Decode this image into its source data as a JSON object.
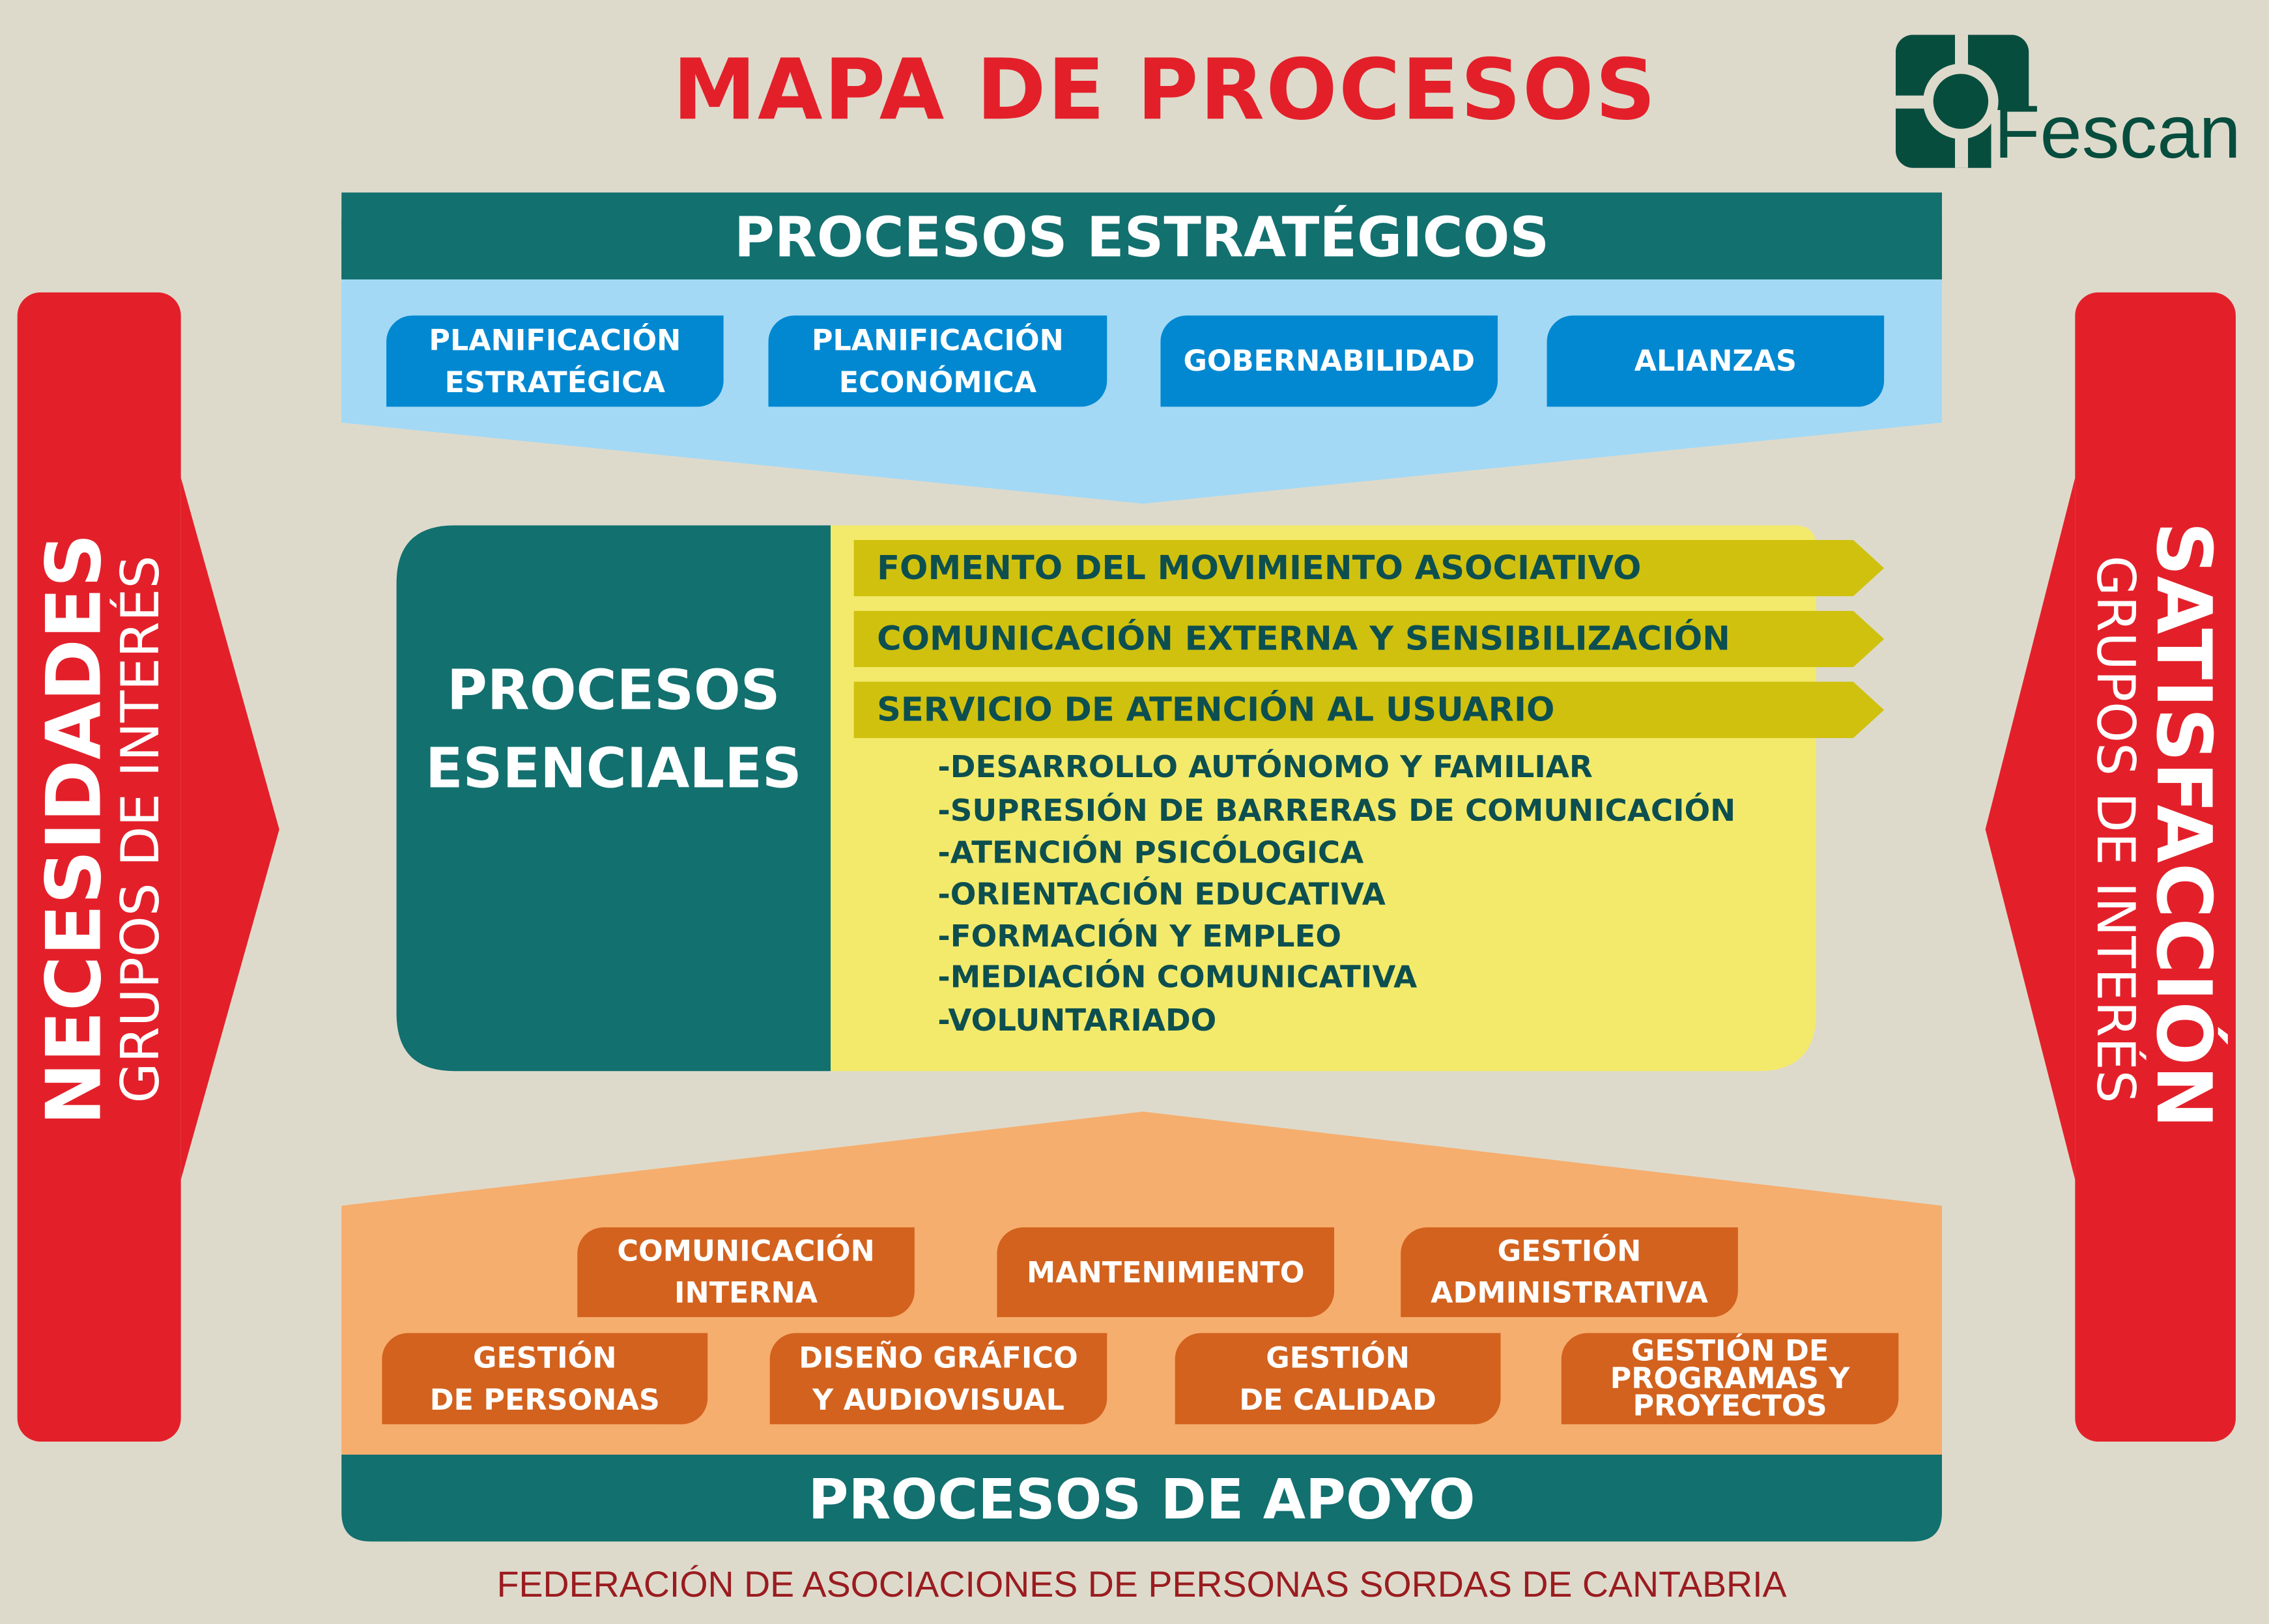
{
  "title": "MAPA DE PROCESOS",
  "logo": {
    "text": "Fescan"
  },
  "strategic": {
    "heading": "PROCESOS ESTRATÉGICOS",
    "items": [
      {
        "line1": "PLANIFICACIÓN",
        "line2": "ESTRATÉGICA"
      },
      {
        "line1": "PLANIFICACIÓN",
        "line2": "ECONÓMICA"
      },
      {
        "line1": "GOBERNABILIDAD",
        "line2": ""
      },
      {
        "line1": "ALIANZAS",
        "line2": ""
      }
    ]
  },
  "essential": {
    "heading_line1": "PROCESOS",
    "heading_line2": "ESENCIALES",
    "arrows": [
      "FOMENTO DEL MOVIMIENTO ASOCIATIVO",
      "COMUNICACIÓN EXTERNA Y SENSIBILIZACIÓN",
      "SERVICIO DE ATENCIÓN AL USUARIO"
    ],
    "services": [
      "-DESARROLLO AUTÓNOMO Y FAMILIAR",
      "-SUPRESIÓN DE BARRERAS DE COMUNICACIÓN",
      "-ATENCIÓN PSICÓLOGICA",
      "-ORIENTACIÓN EDUCATIVA",
      "-FORMACIÓN Y EMPLEO",
      "-MEDIACIÓN COMUNICATIVA",
      "-VOLUNTARIADO"
    ]
  },
  "support": {
    "heading": "PROCESOS DE APOYO",
    "items": [
      {
        "line1": "COMUNICACIÓN",
        "line2": "INTERNA"
      },
      {
        "line1": "MANTENIMIENTO",
        "line2": ""
      },
      {
        "line1": "GESTIÓN",
        "line2": "ADMINISTRATIVA"
      },
      {
        "line1": "GESTIÓN",
        "line2": "DE PERSONAS"
      },
      {
        "line1": "DISEÑO GRÁFICO",
        "line2": "Y AUDIOVISUAL"
      },
      {
        "line1": "GESTIÓN",
        "line2": "DE CALIDAD"
      },
      {
        "line1": "GESTIÓN DE",
        "line2": "PROGRAMAS Y",
        "line3": "PROYECTOS"
      }
    ]
  },
  "left": {
    "main": "NECESIDADES",
    "sub": "GRUPOS DE INTERÉS"
  },
  "right": {
    "main": "SATISFACCIÓN",
    "sub": "GRUPOS DE INTERÉS"
  },
  "footer": "FEDERACIÓN DE ASOCIACIONES DE PERSONAS SORDAS DE CANTABRIA",
  "colors": {
    "red": "#e3202a",
    "teal": "#12706f",
    "lightblue": "#a3d9f5",
    "blue": "#0288d1",
    "yellow": "#f3ea6b",
    "olive": "#d0c10e",
    "orange": "#f5ae6e",
    "darkorange": "#d2621e",
    "logo": "#074d3e"
  }
}
